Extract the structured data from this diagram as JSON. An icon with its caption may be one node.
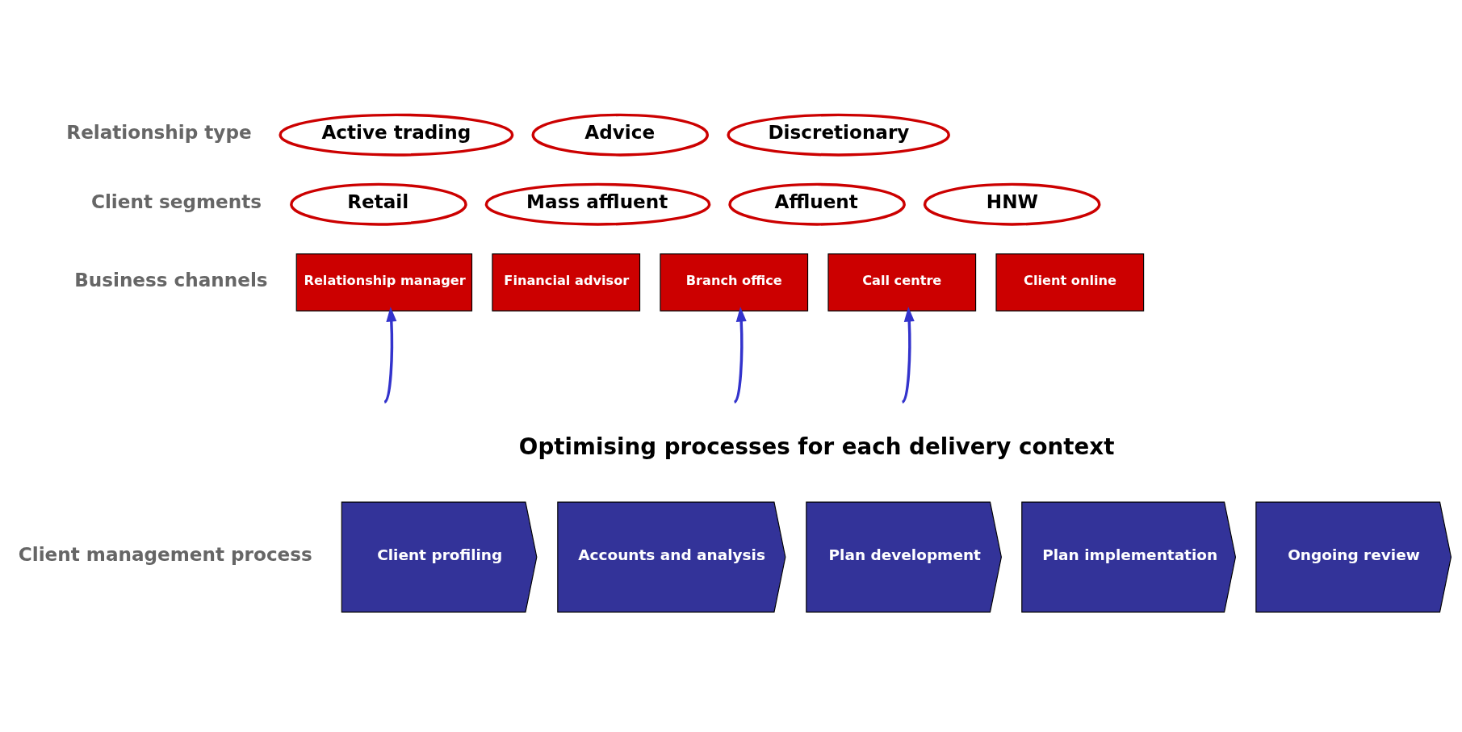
{
  "diagram": {
    "nodes": [
      {
        "text": [
          "Active trading"
        ]
      },
      {
        "text": [
          "Advice"
        ]
      },
      {
        "text": [
          "Discretionary"
        ]
      },
      {
        "text": [
          "Retail"
        ]
      },
      {
        "text": [
          "Mass affluent"
        ]
      },
      {
        "text": [
          "Affluent"
        ]
      },
      {
        "text": [
          "HNW"
        ]
      },
      {
        "text": [
          "Relationship manager"
        ]
      },
      {
        "text": [
          "Financial advisor"
        ]
      },
      {
        "text": [
          "Branch office"
        ]
      },
      {
        "text": [
          "Call centre"
        ]
      },
      {
        "text": [
          "Client online"
        ]
      },
      {
        "text": [
          "Client profiling"
        ]
      },
      {
        "text": [
          "Accounts and analysis"
        ]
      },
      {
        "text": [
          "Plan development"
        ]
      },
      {
        "text": [
          "Plan implementation"
        ]
      },
      {
        "text": [
          "Ongoing review"
        ]
      }
    ],
    "edges": [
      {
        "from": null,
        "to": 7,
        "arrow": "to"
      },
      {
        "from": null,
        "to": 9,
        "arrow": "to"
      },
      {
        "from": null,
        "to": 10,
        "arrow": "to"
      }
    ],
    "labels": [
      "Relationship type",
      "Client segments",
      "Business channels",
      "Optimising processes for each delivery context",
      "Client management process"
    ]
  }
}
